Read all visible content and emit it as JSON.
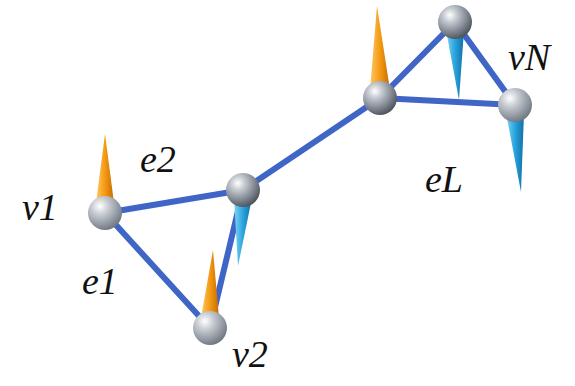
{
  "diagram": {
    "nodes": [
      {
        "text": [
          "v1"
        ]
      },
      {
        "text": [
          "v2"
        ]
      },
      {
        "text": [
          "vN"
        ]
      }
    ],
    "edges": [
      {
        "from": 0,
        "to": 1,
        "arrow": "none",
        "label": "e1"
      }
    ],
    "labels": [
      "e2",
      "eL"
    ]
  }
}
